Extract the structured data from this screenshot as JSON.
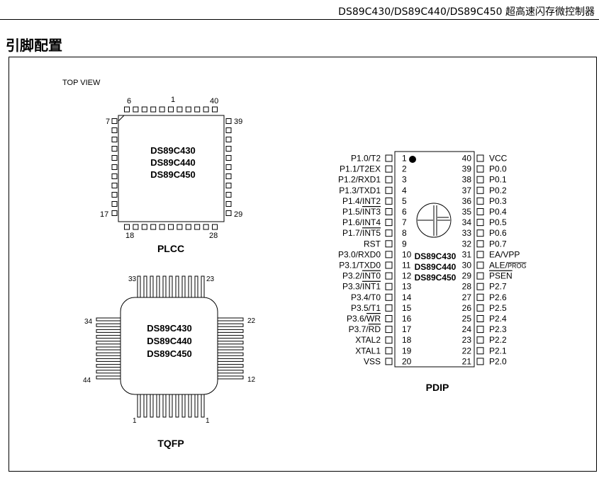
{
  "header": {
    "title": "DS89C430/DS89C440/DS89C450 超高速闪存微控制器"
  },
  "section": {
    "title": "引脚配置"
  },
  "plcc": {
    "view_label": "TOP VIEW",
    "name": "PLCC",
    "chip_names": [
      "DS89C430",
      "DS89C440",
      "DS89C450"
    ],
    "pin_labels": {
      "top_left": "6",
      "top_mid": "1",
      "top_right": "40",
      "left_top": "7",
      "left_bottom": "17",
      "right_top": "39",
      "right_bottom": "29",
      "bottom_left": "18",
      "bottom_right": "28"
    }
  },
  "tqfp": {
    "name": "TQFP",
    "chip_names": [
      "DS89C430",
      "DS89C440",
      "DS89C450"
    ],
    "pin_labels": {
      "top_left": "33",
      "top_right": "23",
      "left_top": "34",
      "left_bottom": "44",
      "right_top": "22",
      "right_bottom": "12",
      "bottom_left": "1",
      "bottom_right": "1"
    }
  },
  "pdip": {
    "name": "PDIP",
    "chip_names": [
      "DS89C430",
      "DS89C440",
      "DS89C450"
    ],
    "left_pins": [
      {
        "num": "1",
        "name": "P1.0/T2"
      },
      {
        "num": "2",
        "name": "P1.1/T2EX"
      },
      {
        "num": "3",
        "name": "P1.2/RXD1"
      },
      {
        "num": "4",
        "name": "P1.3/TXD1"
      },
      {
        "num": "5",
        "name": "P1.4/INT2"
      },
      {
        "num": "6",
        "name": "P1.5/",
        "bar": "INT3"
      },
      {
        "num": "7",
        "name": "P1.6/INT4"
      },
      {
        "num": "8",
        "name": "P1.7/",
        "bar": "INT5"
      },
      {
        "num": "9",
        "name": "RST"
      },
      {
        "num": "10",
        "name": "P3.0/RXD0"
      },
      {
        "num": "11",
        "name": "P3.1/TXD0"
      },
      {
        "num": "12",
        "name": "P3.2/",
        "bar": "INT0"
      },
      {
        "num": "13",
        "name": "P3.3/",
        "bar": "INT1"
      },
      {
        "num": "14",
        "name": "P3.4/T0"
      },
      {
        "num": "15",
        "name": "P3.5/T1"
      },
      {
        "num": "16",
        "name": "P3.6/",
        "bar": "WR"
      },
      {
        "num": "17",
        "name": "P3.7/",
        "bar": "RD"
      },
      {
        "num": "18",
        "name": "XTAL2"
      },
      {
        "num": "19",
        "name": "XTAL1"
      },
      {
        "num": "20",
        "name": "VSS"
      }
    ],
    "right_pins": [
      {
        "num": "40",
        "name": "VCC"
      },
      {
        "num": "39",
        "name": "P0.0"
      },
      {
        "num": "38",
        "name": "P0.1"
      },
      {
        "num": "37",
        "name": "P0.2"
      },
      {
        "num": "36",
        "name": "P0.3"
      },
      {
        "num": "35",
        "name": "P0.4"
      },
      {
        "num": "34",
        "name": "P0.5"
      },
      {
        "num": "33",
        "name": "P0.6"
      },
      {
        "num": "32",
        "name": "P0.7"
      },
      {
        "num": "31",
        "name": "EA/VPP"
      },
      {
        "num": "30",
        "name": "ALE/",
        "small": "PROG"
      },
      {
        "num": "29",
        "name": "",
        "bar": "PSEN"
      },
      {
        "num": "28",
        "name": "P2.7"
      },
      {
        "num": "27",
        "name": "P2.6"
      },
      {
        "num": "26",
        "name": "P2.5"
      },
      {
        "num": "25",
        "name": "P2.4"
      },
      {
        "num": "24",
        "name": "P2.3"
      },
      {
        "num": "23",
        "name": "P2.2"
      },
      {
        "num": "22",
        "name": "P2.1"
      },
      {
        "num": "21",
        "name": "P2.0"
      }
    ]
  }
}
